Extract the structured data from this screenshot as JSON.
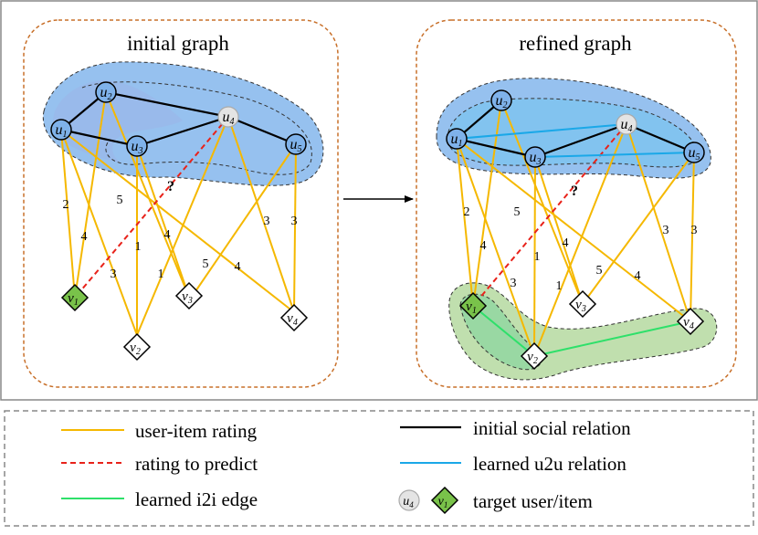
{
  "panels": {
    "initial": {
      "title": "initial graph"
    },
    "refined": {
      "title": "refined graph"
    }
  },
  "nodes": {
    "users": [
      {
        "id": "u1",
        "letter": "u",
        "sub": "1"
      },
      {
        "id": "u2",
        "letter": "u",
        "sub": "2"
      },
      {
        "id": "u3",
        "letter": "u",
        "sub": "3"
      },
      {
        "id": "u4",
        "letter": "u",
        "sub": "4"
      },
      {
        "id": "u5",
        "letter": "u",
        "sub": "5"
      }
    ],
    "items": [
      {
        "id": "v1",
        "letter": "v",
        "sub": "1"
      },
      {
        "id": "v2",
        "letter": "v",
        "sub": "2"
      },
      {
        "id": "v3",
        "letter": "v",
        "sub": "3"
      },
      {
        "id": "v4",
        "letter": "v",
        "sub": "4"
      }
    ]
  },
  "ratings": [
    "2",
    "4",
    "5",
    "3",
    "1",
    "4",
    "1",
    "5",
    "4",
    "3",
    "3"
  ],
  "predict_mark": "?",
  "legend": {
    "rating": "user-item rating",
    "predict": "rating to predict",
    "i2i": "learned i2i edge",
    "social": "initial social relation",
    "u2u": "learned u2u relation",
    "target": "target user/item",
    "target_user": {
      "letter": "u",
      "sub": "4"
    },
    "target_item": {
      "letter": "v",
      "sub": "1"
    }
  },
  "colors": {
    "rating": "#f5b800",
    "predict": "#e8221a",
    "i2i": "#2ee06a",
    "social": "#000000",
    "u2u": "#1aa8e8",
    "user_region": "#6aa6e8",
    "item_region": "#b5d9a0",
    "target_item": "#79c24a",
    "target_user": "#e4e4e4",
    "panel_border": "#c8702a"
  }
}
